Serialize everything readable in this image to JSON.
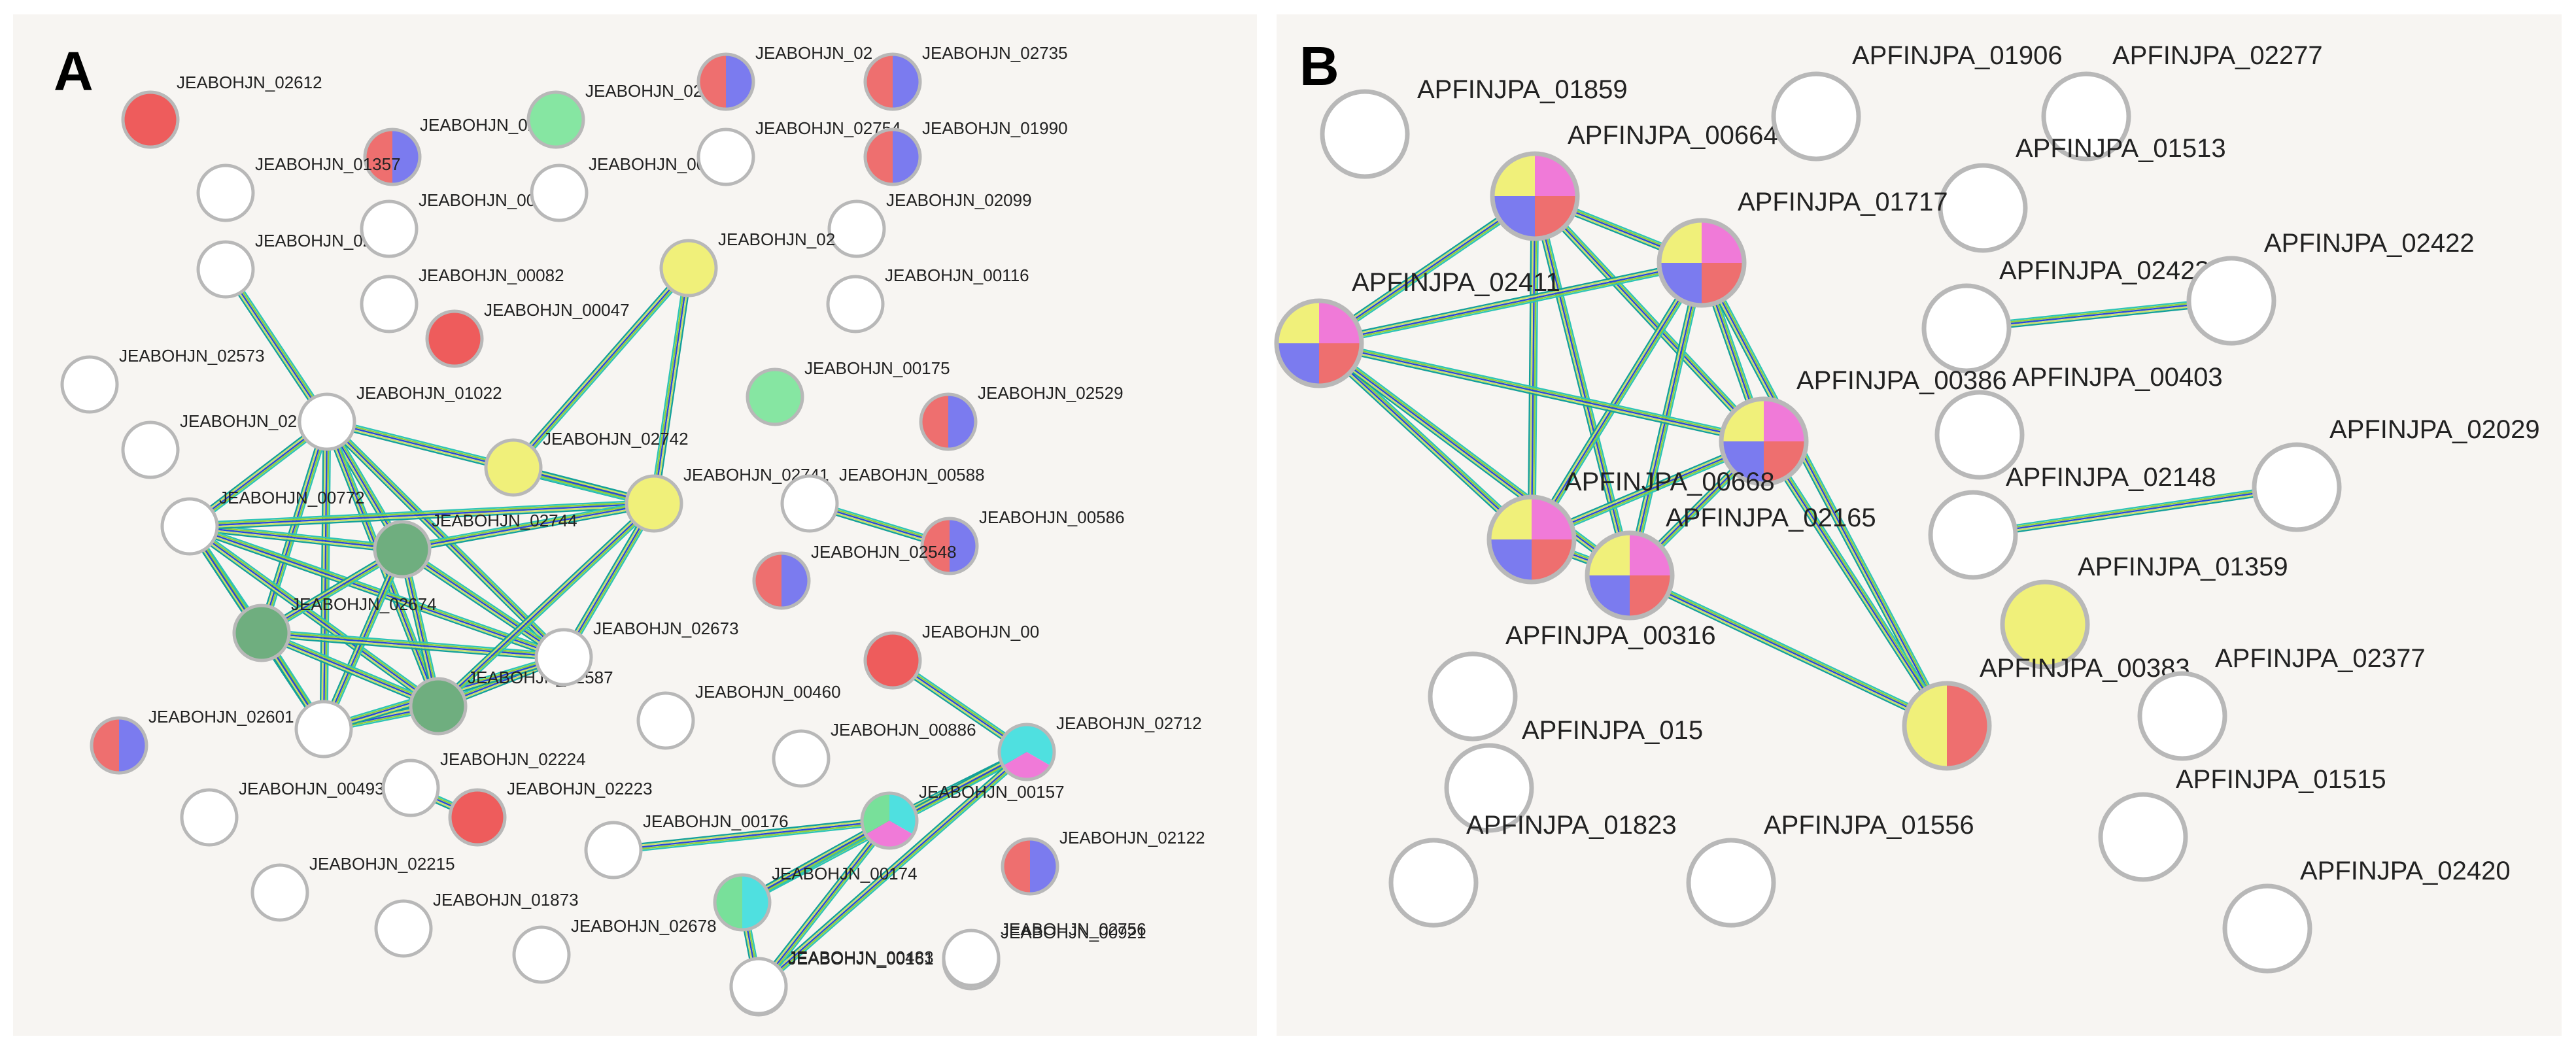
{
  "panels": [
    {
      "label": "A",
      "nodes": [
        {
          "id": "n01",
          "label": "JEABOHJN_02612",
          "colors": [
            "#ee5c5c"
          ]
        },
        {
          "id": "n02",
          "label": "JEABOHJN_02",
          "colors": [
            "#7b7bef",
            "#ee6f6f"
          ]
        },
        {
          "id": "n03",
          "label": "JEABOHJN_01357",
          "colors": []
        },
        {
          "id": "n04",
          "label": "JEABOHJN_02772",
          "colors": []
        },
        {
          "id": "n05",
          "label": "JEABOHJN_02573",
          "colors": []
        },
        {
          "id": "n06",
          "label": "JEABOHJN_026",
          "colors": []
        },
        {
          "id": "n07",
          "label": "JEABOHJN_01022",
          "colors": []
        },
        {
          "id": "n08",
          "label": "JEABOHJN_00772",
          "colors": []
        },
        {
          "id": "n09",
          "label": "JEABOHJN_02744",
          "colors": [
            "#6fae7f"
          ]
        },
        {
          "id": "n10",
          "label": "JEABOHJN_02674",
          "colors": [
            "#6fae7f"
          ]
        },
        {
          "id": "n11",
          "label": "JEABOHJN_02587",
          "colors": [
            "#6fae7f"
          ]
        },
        {
          "id": "n12",
          "label": "",
          "colors": []
        },
        {
          "id": "n13",
          "label": "JEABOHJN_02673",
          "colors": []
        },
        {
          "id": "n14",
          "label": "JEABOHJN_02601",
          "colors": [
            "#7b7bef",
            "#ee6f6f"
          ]
        },
        {
          "id": "n15",
          "label": "JEABOHJN_00493",
          "colors": []
        },
        {
          "id": "n16",
          "label": "JEABOHJN_02224",
          "colors": []
        },
        {
          "id": "n17",
          "label": "JEABOHJN_02223",
          "colors": [
            "#ee5c5c"
          ]
        },
        {
          "id": "n18",
          "label": "JEABOHJN_02215",
          "colors": []
        },
        {
          "id": "n19",
          "label": "JEABOHJN_01873",
          "colors": []
        },
        {
          "id": "n20",
          "label": "JEABOHJN_02678",
          "colors": []
        },
        {
          "id": "n21",
          "label": "JEABOHJN_02",
          "colors": [
            "#86e6a2"
          ]
        },
        {
          "id": "n22",
          "label": "JEABOHJN_00",
          "colors": []
        },
        {
          "id": "n23",
          "label": "JEABOHJN_00082",
          "colors": []
        },
        {
          "id": "n24",
          "label": "JEABOHJN_00047",
          "colors": [
            "#ee5c5c"
          ]
        },
        {
          "id": "n25",
          "label": "JEABOHJN_00875",
          "colors": []
        },
        {
          "id": "n26",
          "label": "JEABOHJN_02",
          "colors": [
            "#7b7bef",
            "#ee6f6f"
          ]
        },
        {
          "id": "n27",
          "label": "JEABOHJN_02735",
          "colors": [
            "#7b7bef",
            "#ee6f6f"
          ]
        },
        {
          "id": "n28",
          "label": "JEABOHJN_02754",
          "colors": []
        },
        {
          "id": "n29",
          "label": "JEABOHJN_01990",
          "colors": [
            "#7b7bef",
            "#ee6f6f"
          ]
        },
        {
          "id": "n30",
          "label": "JEABOHJN_02099",
          "colors": []
        },
        {
          "id": "n31",
          "label": "JEABOHJN_02",
          "colors": [
            "#f0f07a"
          ]
        },
        {
          "id": "n32",
          "label": "JEABOHJN_00116",
          "colors": []
        },
        {
          "id": "n33",
          "label": "JEABOHJN_00175",
          "colors": [
            "#86e6a2"
          ]
        },
        {
          "id": "n34",
          "label": "JEABOHJN_02742",
          "colors": [
            "#f0f07a"
          ]
        },
        {
          "id": "n35",
          "label": "JEABOHJN_02741",
          "colors": [
            "#f0f07a"
          ]
        },
        {
          "id": "n36",
          "label": "JEABOHJN_02529",
          "colors": [
            "#7b7bef",
            "#ee6f6f"
          ]
        },
        {
          "id": "n37",
          "label": "JEABOHJN_00588",
          "colors": []
        },
        {
          "id": "n38",
          "label": "JEABOHJN_00586",
          "colors": [
            "#7b7bef",
            "#ee6f6f"
          ]
        },
        {
          "id": "n39",
          "label": "JEABOHJN_02548",
          "colors": [
            "#7b7bef",
            "#ee6f6f"
          ]
        },
        {
          "id": "n40",
          "label": "JEABOHJN_00",
          "colors": [
            "#ee5c5c"
          ]
        },
        {
          "id": "n41",
          "label": "JEABOHJN_00460",
          "colors": []
        },
        {
          "id": "n42",
          "label": "JEABOHJN_00886",
          "colors": []
        },
        {
          "id": "n43",
          "label": "JEABOHJN_02712",
          "colors": [
            "#4fe0e0",
            "#f07ad8",
            "#4fe0e0"
          ]
        },
        {
          "id": "n44",
          "label": "JEABOHJN_00157",
          "colors": [
            "#4fe0e0",
            "#f07ad8",
            "#78e09a"
          ]
        },
        {
          "id": "n45",
          "label": "JEABOHJN_00176",
          "colors": []
        },
        {
          "id": "n46",
          "label": "JEABOHJN_00921",
          "colors": []
        },
        {
          "id": "n47",
          "label": "JEABOHJN_00174",
          "colors": [
            "#4fe0e0",
            "#78e09a"
          ]
        },
        {
          "id": "n48",
          "label": "JEABOHJN_00161",
          "colors": [
            "#4fe0e0",
            "#f07ad8",
            "#78e09a"
          ]
        },
        {
          "id": "n49",
          "label": "JEABOHJN_02122",
          "colors": [
            "#7b7bef",
            "#ee6f6f"
          ]
        },
        {
          "id": "n50",
          "label": "JEABOHJN_02756",
          "colors": []
        },
        {
          "id": "n51",
          "label": "JEABOHJN_00483",
          "colors": []
        }
      ],
      "edges": [
        [
          "n04",
          "n07"
        ],
        [
          "n07",
          "n08"
        ],
        [
          "n07",
          "n09"
        ],
        [
          "n07",
          "n10"
        ],
        [
          "n07",
          "n11"
        ],
        [
          "n07",
          "n12"
        ],
        [
          "n07",
          "n13"
        ],
        [
          "n07",
          "n35"
        ],
        [
          "n08",
          "n09"
        ],
        [
          "n08",
          "n10"
        ],
        [
          "n08",
          "n11"
        ],
        [
          "n08",
          "n12"
        ],
        [
          "n08",
          "n13"
        ],
        [
          "n08",
          "n35"
        ],
        [
          "n09",
          "n10"
        ],
        [
          "n09",
          "n11"
        ],
        [
          "n09",
          "n12"
        ],
        [
          "n09",
          "n13"
        ],
        [
          "n09",
          "n35"
        ],
        [
          "n10",
          "n11"
        ],
        [
          "n10",
          "n12"
        ],
        [
          "n10",
          "n13"
        ],
        [
          "n11",
          "n12"
        ],
        [
          "n11",
          "n13"
        ],
        [
          "n12",
          "n13"
        ],
        [
          "n35",
          "n11"
        ],
        [
          "n35",
          "n13"
        ],
        [
          "n35",
          "n31"
        ],
        [
          "n35",
          "n34"
        ],
        [
          "n31",
          "n34"
        ],
        [
          "n37",
          "n38"
        ],
        [
          "n40",
          "n43"
        ],
        [
          "n43",
          "n44"
        ],
        [
          "n43",
          "n47"
        ],
        [
          "n43",
          "n48"
        ],
        [
          "n44",
          "n47"
        ],
        [
          "n44",
          "n48"
        ],
        [
          "n47",
          "n48"
        ],
        [
          "n44",
          "n45"
        ],
        [
          "n48",
          "n51"
        ],
        [
          "n16",
          "n17"
        ]
      ]
    },
    {
      "label": "B",
      "nodes": [
        {
          "id": "b01",
          "label": "APFINJPA_01859",
          "colors": []
        },
        {
          "id": "b02",
          "label": "APFINJPA_00664",
          "colors": [
            "#f07ad8",
            "#ee6f6f",
            "#7b7bef",
            "#f0f07a"
          ]
        },
        {
          "id": "b03",
          "label": "APFINJPA_01906",
          "colors": []
        },
        {
          "id": "b04",
          "label": "APFINJPA_02277",
          "colors": []
        },
        {
          "id": "b05",
          "label": "APFINJPA_01513",
          "colors": []
        },
        {
          "id": "b06",
          "label": "APFINJPA_01717",
          "colors": [
            "#f07ad8",
            "#ee6f6f",
            "#7b7bef",
            "#f0f07a"
          ]
        },
        {
          "id": "b07",
          "label": "APFINJPA_02411",
          "colors": [
            "#f07ad8",
            "#ee6f6f",
            "#7b7bef",
            "#f0f07a"
          ]
        },
        {
          "id": "b08",
          "label": "APFINJPA_02423",
          "colors": []
        },
        {
          "id": "b09",
          "label": "APFINJPA_02422",
          "colors": []
        },
        {
          "id": "b10",
          "label": "APFINJPA_00386",
          "colors": [
            "#f07ad8",
            "#ee6f6f",
            "#7b7bef",
            "#f0f07a"
          ]
        },
        {
          "id": "b11",
          "label": "APFINJPA_00403",
          "colors": []
        },
        {
          "id": "b12",
          "label": "APFINJPA_00668",
          "colors": [
            "#f07ad8",
            "#ee6f6f",
            "#7b7bef",
            "#f0f07a"
          ]
        },
        {
          "id": "b13",
          "label": "APFINJPA_02165",
          "colors": [
            "#f07ad8",
            "#ee6f6f",
            "#7b7bef",
            "#f0f07a"
          ]
        },
        {
          "id": "b14",
          "label": "APFINJPA_02148",
          "colors": []
        },
        {
          "id": "b15",
          "label": "APFINJPA_02029",
          "colors": []
        },
        {
          "id": "b16",
          "label": "APFINJPA_01359",
          "colors": [
            "#f0f07a"
          ]
        },
        {
          "id": "b17",
          "label": "APFINJPA_00316",
          "colors": []
        },
        {
          "id": "b18",
          "label": "APFINJPA_00383",
          "colors": [
            "#ee6f6f",
            "#f0f07a"
          ]
        },
        {
          "id": "b19",
          "label": "APFINJPA_02377",
          "colors": []
        },
        {
          "id": "b20",
          "label": "APFINJPA_015",
          "colors": []
        },
        {
          "id": "b21",
          "label": "APFINJPA_01515",
          "colors": []
        },
        {
          "id": "b22",
          "label": "APFINJPA_01823",
          "colors": []
        },
        {
          "id": "b23",
          "label": "APFINJPA_01556",
          "colors": []
        },
        {
          "id": "b24",
          "label": "APFINJPA_02420",
          "colors": []
        }
      ],
      "edges": [
        [
          "b02",
          "b06"
        ],
        [
          "b02",
          "b07"
        ],
        [
          "b02",
          "b10"
        ],
        [
          "b02",
          "b12"
        ],
        [
          "b02",
          "b13"
        ],
        [
          "b06",
          "b07"
        ],
        [
          "b06",
          "b10"
        ],
        [
          "b06",
          "b12"
        ],
        [
          "b06",
          "b13"
        ],
        [
          "b06",
          "b18"
        ],
        [
          "b07",
          "b10"
        ],
        [
          "b07",
          "b12"
        ],
        [
          "b07",
          "b13"
        ],
        [
          "b10",
          "b12"
        ],
        [
          "b10",
          "b13"
        ],
        [
          "b10",
          "b18"
        ],
        [
          "b12",
          "b13"
        ],
        [
          "b13",
          "b18"
        ],
        [
          "b08",
          "b09"
        ],
        [
          "b14",
          "b15"
        ]
      ]
    }
  ]
}
